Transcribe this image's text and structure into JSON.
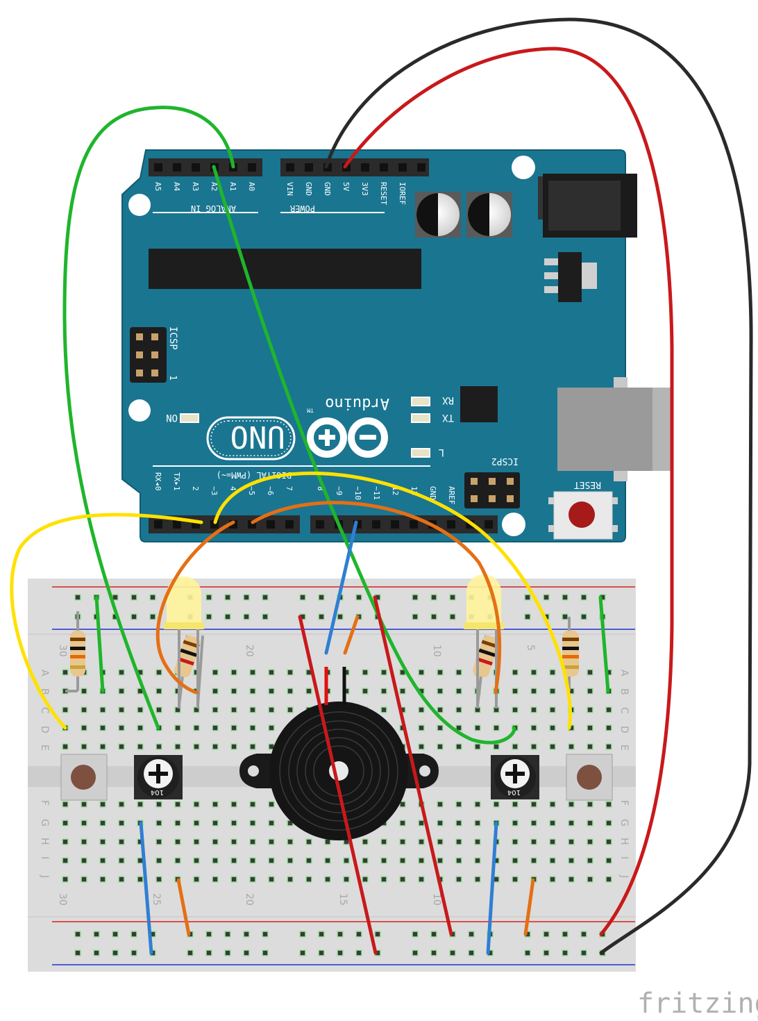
{
  "arduino": {
    "analog_header": [
      "A5",
      "A4",
      "A3",
      "A2",
      "A1",
      "A0"
    ],
    "analog_label": "ANALOG IN",
    "power_header": [
      "VIN",
      "GND",
      "GND",
      "5V",
      "3V3",
      "RESET",
      "IOREF"
    ],
    "power_label": "POWER",
    "icsp_label": "ICSP",
    "icsp_pin": "1",
    "on_label": "ON",
    "brand": "Arduino",
    "tm": "TM",
    "model": "UNO",
    "rx_label": "RX",
    "tx_label": "TX",
    "l_label": "L",
    "icsp2_label": "ICSP2",
    "reset_label": "RESET",
    "digital_label": "DIGITAL (PWM=~)",
    "digital_pins": [
      "RX◂0",
      "TX▸1",
      "2",
      "~3",
      "4",
      "~5",
      "~6",
      "7",
      "8",
      "~9",
      "~10",
      "~11",
      "12",
      "13",
      "GND",
      "AREF"
    ]
  },
  "breadboard": {
    "row_letters_top": [
      "A",
      "B",
      "C",
      "D",
      "E"
    ],
    "row_letters_bottom": [
      "F",
      "G",
      "H",
      "I",
      "J"
    ],
    "column_numbers_top": [
      "30",
      "20",
      "10",
      "5"
    ],
    "column_numbers_bottom": [
      "30",
      "25",
      "20",
      "15",
      "10"
    ],
    "pot_label": "104"
  },
  "footer": {
    "brand": "fritzing"
  },
  "colors": {
    "board": "#1a7590",
    "wire_green": "#1fb52c",
    "wire_red": "#c8191b",
    "wire_black": "#2a2a2a",
    "wire_yellow": "#ffe100",
    "wire_orange": "#e56f15",
    "wire_blue": "#2f7fd3"
  }
}
